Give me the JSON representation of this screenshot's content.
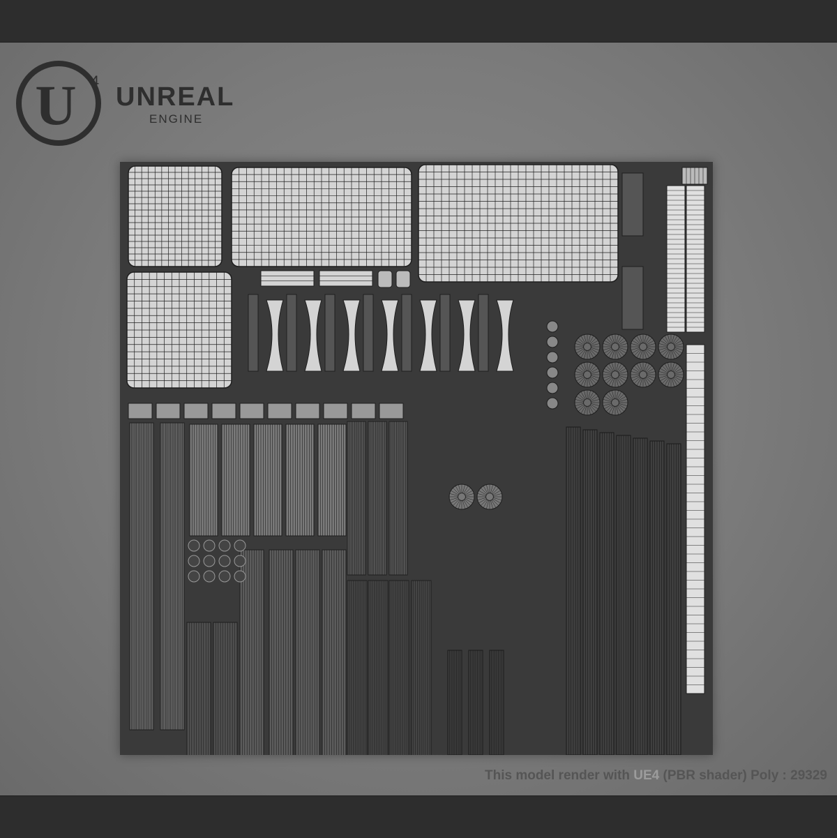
{
  "logo": {
    "mark": "U",
    "version": "4",
    "word": "UNREAL",
    "sub": "ENGINE"
  },
  "caption": {
    "prefix": "This model render with",
    "engine": "UE4",
    "middle": "(PBR shader) Poly :",
    "poly_count": "29329"
  },
  "colors": {
    "sheet_bg": "#3a3a3a",
    "island_fill": "#d4d4d4",
    "wire": "#1e1e1e",
    "caption_text": "#555555",
    "caption_highlight": "#9c9c9c"
  }
}
